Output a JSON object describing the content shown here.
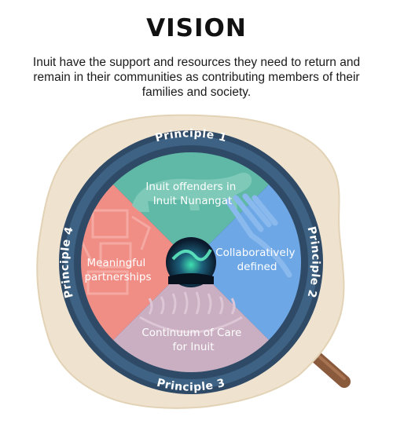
{
  "heading": "VISION",
  "vision_statement": "Inuit have the support and resources they need to return and remain in their communities as contributing members of their families and society.",
  "principles": [
    "Principle 1",
    "Principle 2",
    "Principle 3",
    "Principle 4"
  ],
  "quadrants": {
    "top": [
      "Inuit offenders in",
      "Inuit Nunangat"
    ],
    "right": [
      "Collaboratively",
      "defined"
    ],
    "bottom": [
      "Continuum of Care",
      "for Inuit"
    ],
    "left": [
      "Meaningful",
      "partnerships"
    ]
  },
  "colors": {
    "ring": "#2f4a66",
    "ring_band": "#3d6283",
    "top": "#5fb9a6",
    "right": "#6ea7e6",
    "bottom": "#c9afc1",
    "left": "#f08e86",
    "hide": "#efe3cf",
    "handle": "#8a5a3c"
  }
}
